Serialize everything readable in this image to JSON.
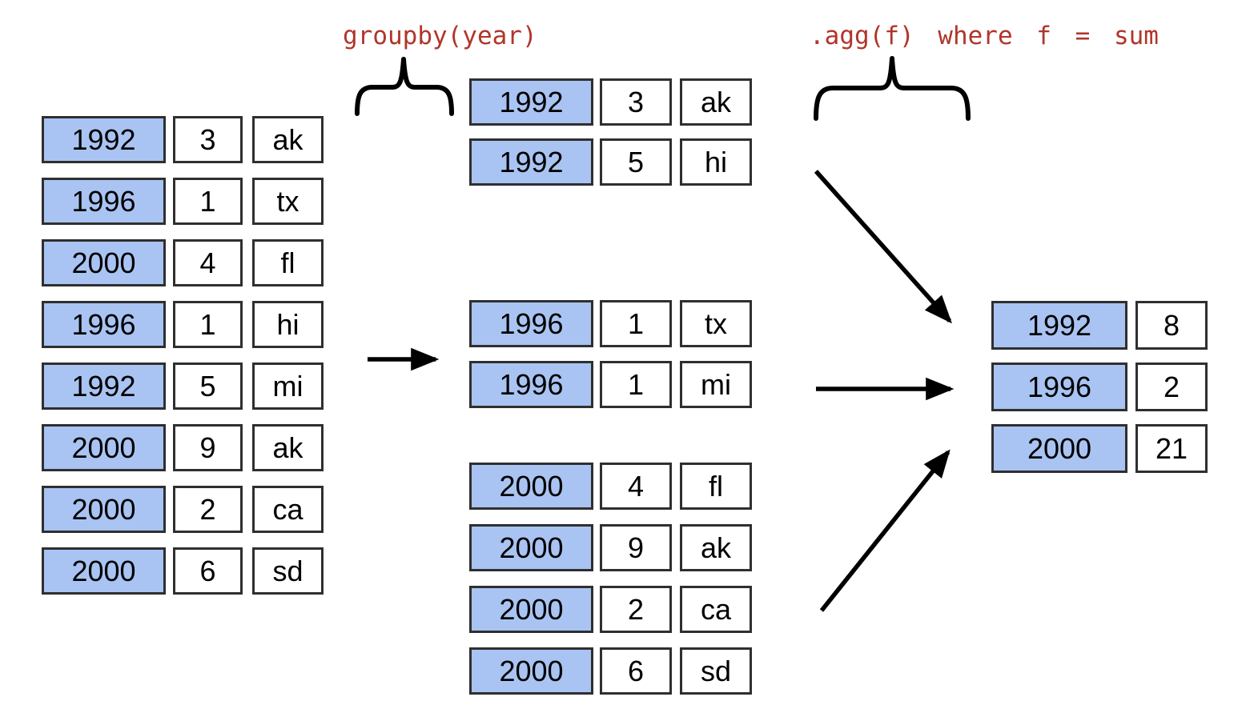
{
  "labels": {
    "groupby": "groupby(year)",
    "agg": ".agg(f) where f = sum"
  },
  "colors": {
    "year_cell_fill": "#a9c4f2",
    "cell_fill": "#ffffff",
    "cell_border": "#2f2f2f",
    "cell_text": "#000000",
    "annotation_text": "#b1352a",
    "arrow": "#000000",
    "background": "#ffffff"
  },
  "source_table": {
    "rows": [
      {
        "year": "1992",
        "value": "3",
        "state": "ak"
      },
      {
        "year": "1996",
        "value": "1",
        "state": "tx"
      },
      {
        "year": "2000",
        "value": "4",
        "state": "fl"
      },
      {
        "year": "1996",
        "value": "1",
        "state": "hi"
      },
      {
        "year": "1992",
        "value": "5",
        "state": "mi"
      },
      {
        "year": "2000",
        "value": "9",
        "state": "ak"
      },
      {
        "year": "2000",
        "value": "2",
        "state": "ca"
      },
      {
        "year": "2000",
        "value": "6",
        "state": "sd"
      }
    ]
  },
  "groups": [
    {
      "key": "1992",
      "rows": [
        {
          "year": "1992",
          "value": "3",
          "state": "ak"
        },
        {
          "year": "1992",
          "value": "5",
          "state": "hi"
        }
      ]
    },
    {
      "key": "1996",
      "rows": [
        {
          "year": "1996",
          "value": "1",
          "state": "tx"
        },
        {
          "year": "1996",
          "value": "1",
          "state": "mi"
        }
      ]
    },
    {
      "key": "2000",
      "rows": [
        {
          "year": "2000",
          "value": "4",
          "state": "fl"
        },
        {
          "year": "2000",
          "value": "9",
          "state": "ak"
        },
        {
          "year": "2000",
          "value": "2",
          "state": "ca"
        },
        {
          "year": "2000",
          "value": "6",
          "state": "sd"
        }
      ]
    }
  ],
  "result_table": {
    "rows": [
      {
        "year": "1992",
        "sum": "8"
      },
      {
        "year": "1996",
        "sum": "2"
      },
      {
        "year": "2000",
        "sum": "21"
      }
    ]
  }
}
